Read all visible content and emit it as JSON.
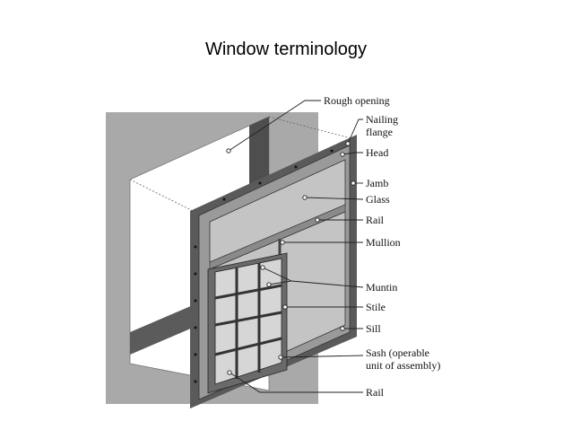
{
  "slide": {
    "title": "Window terminology"
  },
  "diagram": {
    "labels": {
      "rough_opening": "Rough opening",
      "nailing_flange_1": "Nailing",
      "nailing_flange_2": "flange",
      "head": "Head",
      "jamb": "Jamb",
      "glass": "Glass",
      "rail_top": "Rail",
      "mullion": "Mullion",
      "muntin": "Muntin",
      "stile": "Stile",
      "sill": "Sill",
      "sash_1": "Sash (operable",
      "sash_2": "unit of assembly)",
      "rail_bottom": "Rail"
    },
    "colors": {
      "wall": "#a9a9a9",
      "wall_dark": "#6e6e6e",
      "frame": "#5a5a5a",
      "glass": "#c4c4c4",
      "leader": "#222222"
    }
  }
}
